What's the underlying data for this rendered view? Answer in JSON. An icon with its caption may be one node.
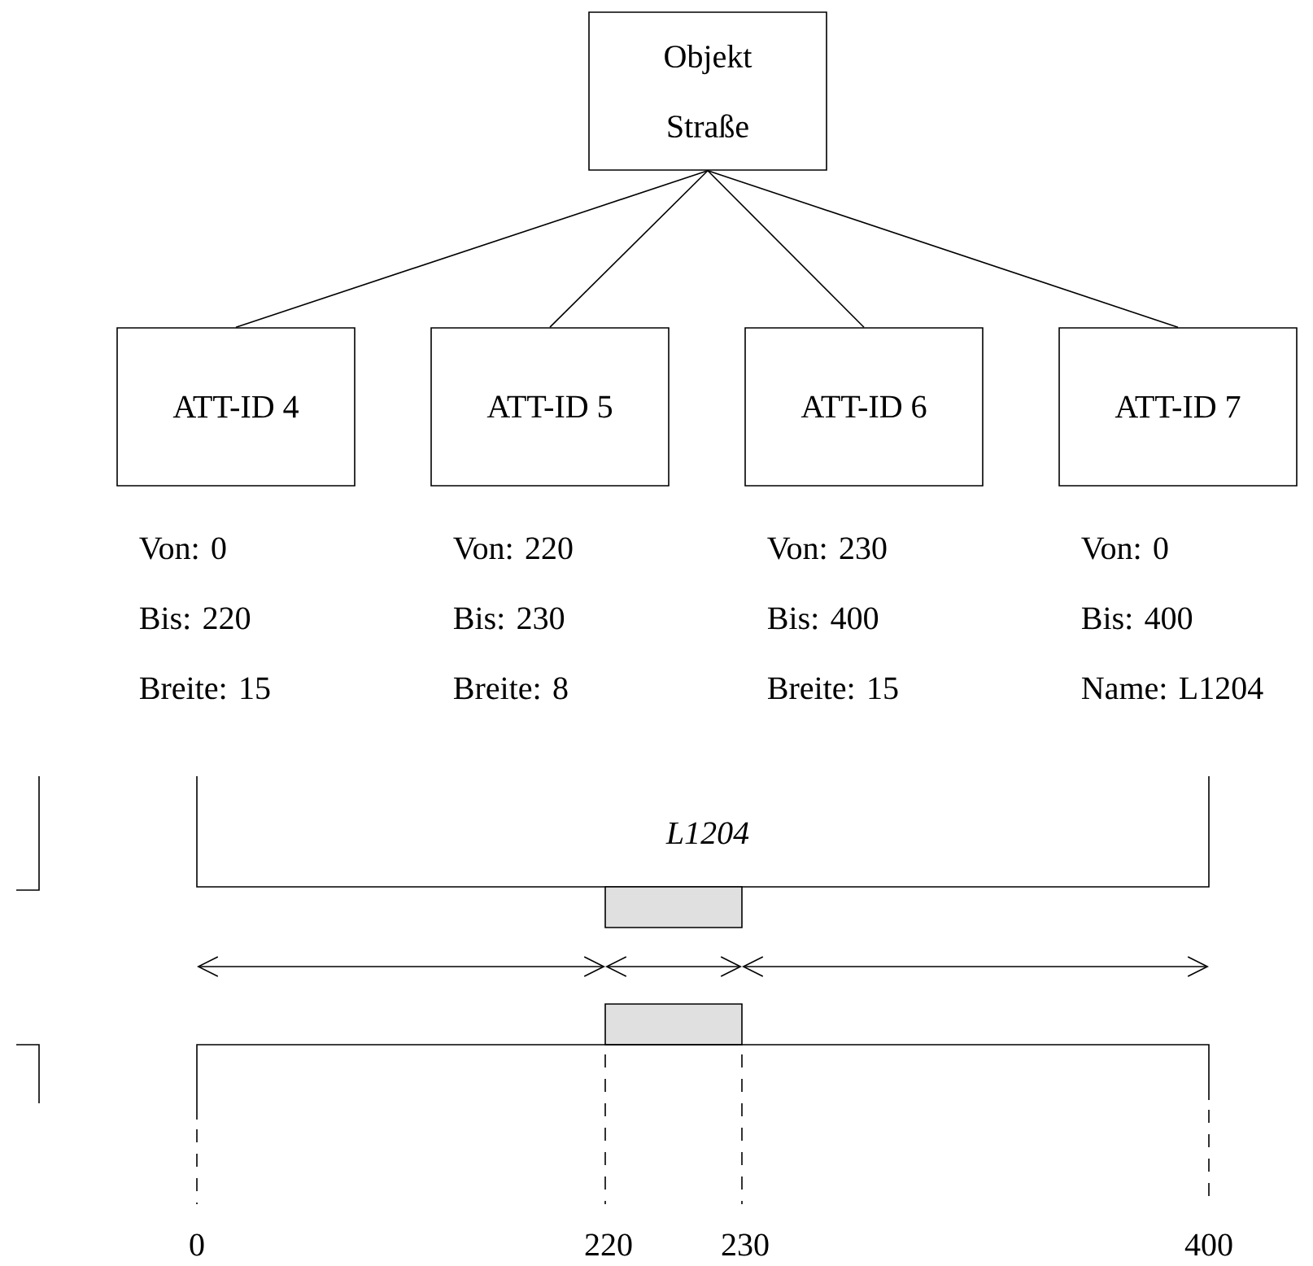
{
  "diagram": {
    "nodes": [
      {
        "text": [
          "Objekt Straße"
        ]
      },
      {
        "text": [
          "ATT-ID 4"
        ],
        "beside": [
          "Von: 0",
          "Bis: 220",
          "Breite: 15"
        ]
      },
      {
        "text": [
          "ATT-ID 5"
        ],
        "beside": [
          "Von: 220",
          "Bis: 230",
          "Breite: 8"
        ]
      },
      {
        "text": [
          "ATT-ID 6"
        ],
        "beside": [
          "Von: 230",
          "Bis: 400",
          "Breite: 15"
        ]
      },
      {
        "text": [
          "ATT-ID 7"
        ],
        "beside": [
          "Von: 0",
          "Bis: 400",
          "Name: L1204"
        ]
      }
    ],
    "edges": [
      {
        "from": 0,
        "to": 1,
        "arrow": "none"
      },
      {
        "from": 0,
        "to": 2,
        "arrow": "none"
      },
      {
        "from": 0,
        "to": 3,
        "arrow": "none"
      },
      {
        "from": 0,
        "to": 4,
        "arrow": "none"
      }
    ],
    "labels": [
      "L1204",
      "0",
      "220",
      "230",
      "400"
    ]
  }
}
